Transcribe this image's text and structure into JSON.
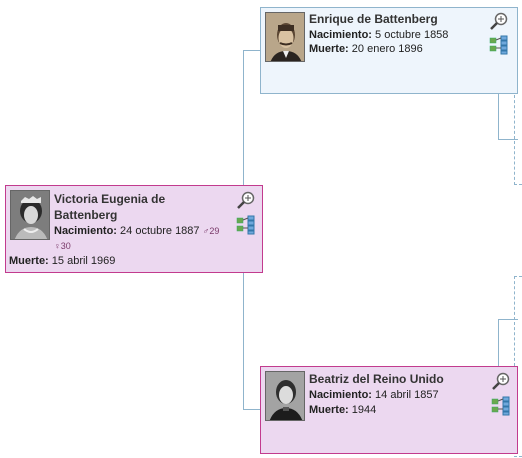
{
  "father": {
    "name": "Enrique de Battenberg",
    "birth_label": "Nacimiento:",
    "birth_value": "5 octubre 1858",
    "death_label": "Muerte:",
    "death_value": "20 enero 1896"
  },
  "subject": {
    "name_line1": "Victoria Eugenia de",
    "name_line2": "Battenberg",
    "birth_label": "Nacimiento:",
    "birth_value": "24 octubre 1887",
    "father_age": "♂29",
    "mother_age": "♀30",
    "death_label": "Muerte:",
    "death_value": "15 abril 1969"
  },
  "mother": {
    "name": "Beatriz del Reino Unido",
    "birth_label": "Nacimiento:",
    "birth_value": "14 abril 1857",
    "death_label": "Muerte:",
    "death_value": "1944"
  },
  "icons": {
    "zoom": "magnifier-icon",
    "tree": "family-tree-icon"
  },
  "colors": {
    "male_bg": "#eef5fc",
    "male_border": "#8fb4cc",
    "female_bg": "#ecd8f0",
    "female_border": "#c23b8e",
    "connector": "#8fb4cc"
  }
}
